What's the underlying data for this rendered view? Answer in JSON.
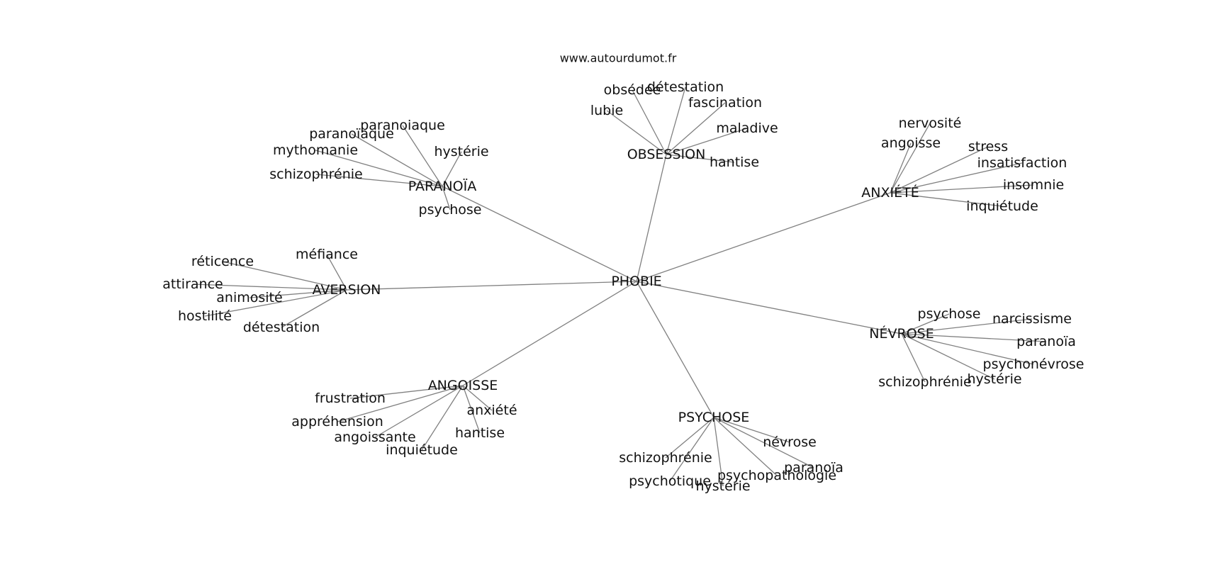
{
  "source": "www.autourdumot.fr",
  "colors": {
    "edge": "#808080",
    "text": "#111111",
    "background": "#ffffff"
  },
  "root": {
    "id": "root",
    "label": "PHOBIE"
  },
  "clusters": [
    {
      "id": "obsession",
      "label": "OBSESSION",
      "children": [
        "obsédée",
        "détestation",
        "lubie",
        "fascination",
        "maladive",
        "hantise"
      ]
    },
    {
      "id": "paranoia",
      "label": "PARANOÏA",
      "children": [
        "paranoiaque",
        "paranoïaque",
        "mythomanie",
        "hystérie",
        "schizophrénie",
        "psychose"
      ]
    },
    {
      "id": "anxiete",
      "label": "ANXIÉTÉ",
      "children": [
        "nervosité",
        "angoisse",
        "stress",
        "insatisfaction",
        "insomnie",
        "inquiétude"
      ]
    },
    {
      "id": "aversion",
      "label": "AVERSION",
      "children": [
        "réticence",
        "méfiance",
        "attirance",
        "animosité",
        "hostilité",
        "détestation"
      ]
    },
    {
      "id": "nevrose",
      "label": "NÉVROSE",
      "children": [
        "psychose",
        "narcissisme",
        "paranoïa",
        "psychonévrose",
        "hystérie",
        "schizophrénie"
      ]
    },
    {
      "id": "angoisse",
      "label": "ANGOISSE",
      "children": [
        "frustration",
        "anxiété",
        "appréhension",
        "hantise",
        "angoissante",
        "inquiétude"
      ]
    },
    {
      "id": "psychose",
      "label": "PSYCHOSE",
      "children": [
        "névrose",
        "schizophrénie",
        "paranoïa",
        "psychopathologie",
        "psychotique",
        "hystérie"
      ]
    }
  ]
}
